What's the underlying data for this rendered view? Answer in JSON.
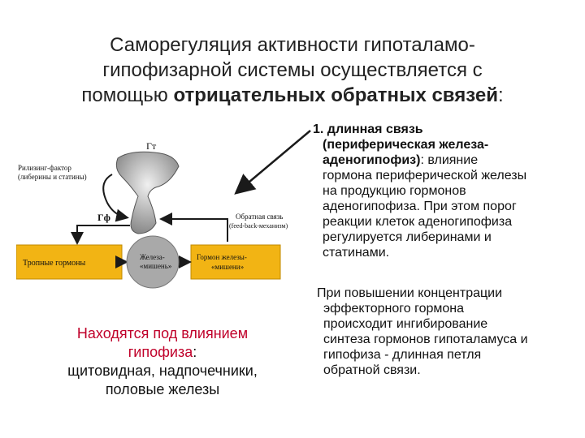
{
  "title": {
    "line1": "Саморегуляция активности гипоталамо-",
    "line2": "гипофизарной системы осуществляется с",
    "line3_prefix": "помощью ",
    "line3_bold": "отрицательных обратных связей",
    "line3_suffix": ":"
  },
  "diagram": {
    "hypothalamus_label": "Гт",
    "pituitary_label": "Гф",
    "releasing_factor_label_1": "Рилизинг-фактор",
    "releasing_factor_label_2": "(либерины и статины)",
    "feedback_label_1": "Обратная связь",
    "feedback_label_2": "(feed-back-механизм)",
    "tropic_hormones_label": "Тропные гормоны",
    "target_gland_label_1": "Железа-",
    "target_gland_label_2": "«мишень»",
    "target_hormone_label_1": "Гормон железы-",
    "target_hormone_label_2": "«мишени»"
  },
  "right_block_1": {
    "line1": "1. длинная связь",
    "line2": "(периферическая железа-",
    "line3_bold": "аденогипофиз)",
    "line3_rest": ": влияние",
    "line4": "гормона периферической железы",
    "line5": "на продукцию гормонов",
    "line6": "аденогипофиза. При этом порог",
    "line7": "реакции клеток аденогипофиза",
    "line8": "регулируется либеринами и",
    "line9": "статинами."
  },
  "right_block_2": {
    "line1": "При повышении концентрации",
    "line2": "эффекторного гормона",
    "line3": "происходит ингибирование",
    "line4": "синтеза гормонов гипоталамуса и",
    "line5": "гипофиза - длинная петля",
    "line6": "обратной связи."
  },
  "bottom_left": {
    "line1": "Находятся под влиянием",
    "line2_red": "гипофиза",
    "line2_suffix": ":",
    "line3": "щитовидная, надпочечники,",
    "line4": "половые железы"
  },
  "colors": {
    "box_yellow": "#f2b414",
    "circle_gray": "#a9a9a9",
    "red_text": "#c0002a",
    "arrow": "#1a1a1a"
  }
}
